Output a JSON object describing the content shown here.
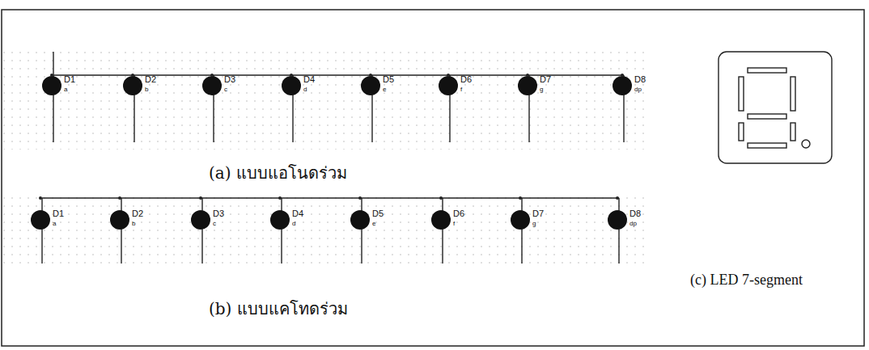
{
  "diagram": {
    "labels": [
      "D1",
      "a",
      "D2",
      "b",
      "D3",
      "c",
      "D4",
      "d",
      "D5",
      "e",
      "D6",
      "f",
      "D7",
      "g",
      "D8",
      "dp",
      "(a) แบบแอโนดร่วม",
      "D1",
      "a",
      "D2",
      "b",
      "D3",
      "c",
      "D4",
      "d",
      "D5",
      "e",
      "D6",
      "f",
      "D7",
      "g",
      "D8",
      "dp",
      "(b) แบบแคโทดร่วม",
      "(c) LED 7-segment"
    ]
  }
}
